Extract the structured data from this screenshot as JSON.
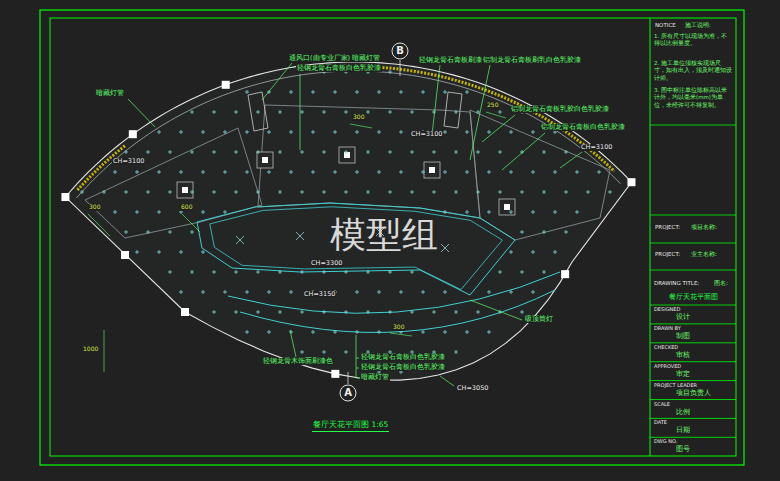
{
  "diagram": {
    "title": "餐厅天花平面图 1:65",
    "nodes": [
      {
        "text": [
          "B"
        ]
      },
      {
        "text": [
          "A"
        ]
      }
    ],
    "labels": [
      "暗藏灯管",
      "通风口(由专业厂家) 暗藏灯管",
      "轻钢龙骨石膏板白色乳胶漆",
      "轻钢龙骨石膏板刷漆",
      "铝制龙骨石膏板刷乳白色乳胶漆",
      "铝制龙骨石膏板乳胶白色乳胶漆",
      "铝制龙骨石膏板白色乳胶漆",
      "CH=3100",
      "CH=3100",
      "CH=3100",
      "CH=3300",
      "CH=3150",
      "CH=3050",
      "吸顶筒灯",
      "轻钢龙骨木饰面刷漆色",
      "轻钢龙骨石膏板白色乳胶漆",
      "轻钢龙骨石膏板白色乳胶漆",
      "暗藏灯管",
      "300",
      "600",
      "300",
      "250",
      "1000",
      "300",
      "模型组",
      "NOTICE",
      "施工说明:",
      "1. 所有尺寸以现场为准，不得以比例量度。",
      "2. 施工单位须核实现场尺寸，如有出入，须及时通知设计师。",
      "3. 图中标注单位除标高以米计外，均以毫米(mm)为单位，未经许可不得复制。",
      "PROJECT:",
      "项目名称:",
      "PROJECT:",
      "业主名称:",
      "DRAWING TITLE:",
      "图名:",
      "餐厅天花平面图",
      "DESIGNED",
      "设计",
      "DRAWN BY",
      "制图",
      "CHECKED",
      "审核",
      "APPROVED",
      "审定",
      "PROJECT LEADER",
      "项目负责人",
      "SCALE",
      "比例",
      "DATE",
      "日期",
      "DWG NO.",
      "图号"
    ]
  }
}
